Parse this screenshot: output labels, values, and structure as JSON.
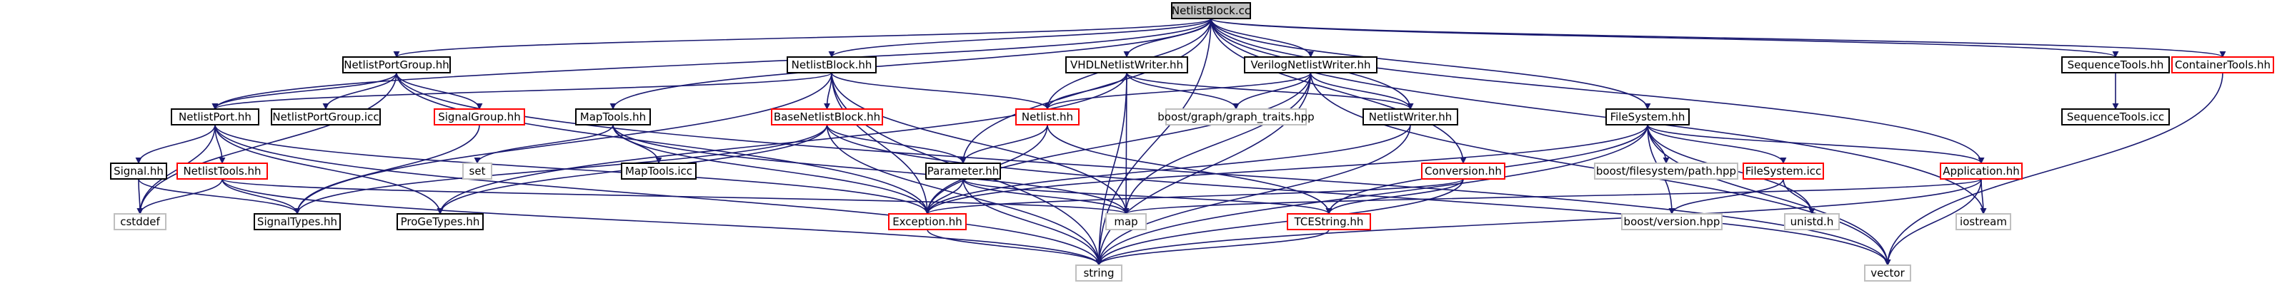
{
  "nodes": [
    {
      "id": "netlistblock_cc",
      "label": "NetlistBlock.cc",
      "kind": "root"
    },
    {
      "id": "netlistportgroup_hh",
      "label": "NetlistPortGroup.hh",
      "kind": "doc"
    },
    {
      "id": "netlistblock_hh",
      "label": "NetlistBlock.hh",
      "kind": "doc"
    },
    {
      "id": "vhdlnetlistwriter_hh",
      "label": "VHDLNetlistWriter.hh",
      "kind": "doc"
    },
    {
      "id": "verilognetlistwriter_hh",
      "label": "VerilogNetlistWriter.hh",
      "kind": "doc"
    },
    {
      "id": "sequencetools_hh",
      "label": "SequenceTools.hh",
      "kind": "doc"
    },
    {
      "id": "containertools_hh",
      "label": "ContainerTools.hh",
      "kind": "red"
    },
    {
      "id": "netlistport_hh",
      "label": "NetlistPort.hh",
      "kind": "doc"
    },
    {
      "id": "netlistportgroup_icc",
      "label": "NetlistPortGroup.icc",
      "kind": "doc"
    },
    {
      "id": "signalgroup_hh",
      "label": "SignalGroup.hh",
      "kind": "red"
    },
    {
      "id": "maptools_hh",
      "label": "MapTools.hh",
      "kind": "doc"
    },
    {
      "id": "basenetlistblock_hh",
      "label": "BaseNetlistBlock.hh",
      "kind": "red"
    },
    {
      "id": "netlist_hh",
      "label": "Netlist.hh",
      "kind": "red"
    },
    {
      "id": "graph_traits_hpp",
      "label": "boost/graph/graph_traits.hpp",
      "kind": "ext"
    },
    {
      "id": "netlistwriter_hh",
      "label": "NetlistWriter.hh",
      "kind": "doc"
    },
    {
      "id": "sequencetools_icc",
      "label": "SequenceTools.icc",
      "kind": "doc"
    },
    {
      "id": "filesystem_hh",
      "label": "FileSystem.hh",
      "kind": "doc"
    },
    {
      "id": "signal_hh",
      "label": "Signal.hh",
      "kind": "doc"
    },
    {
      "id": "netlisttools_hh",
      "label": "NetlistTools.hh",
      "kind": "red"
    },
    {
      "id": "set",
      "label": "set",
      "kind": "ext"
    },
    {
      "id": "maptools_icc",
      "label": "MapTools.icc",
      "kind": "doc"
    },
    {
      "id": "parameter_hh",
      "label": "Parameter.hh",
      "kind": "doc"
    },
    {
      "id": "conversion_hh",
      "label": "Conversion.hh",
      "kind": "red"
    },
    {
      "id": "path_hpp",
      "label": "boost/filesystem/path.hpp",
      "kind": "ext"
    },
    {
      "id": "filesystem_icc",
      "label": "FileSystem.icc",
      "kind": "red"
    },
    {
      "id": "application_hh",
      "label": "Application.hh",
      "kind": "red"
    },
    {
      "id": "cstddef",
      "label": "cstddef",
      "kind": "ext"
    },
    {
      "id": "signaltypes_hh",
      "label": "SignalTypes.hh",
      "kind": "doc"
    },
    {
      "id": "progetypes_hh",
      "label": "ProGeTypes.hh",
      "kind": "doc"
    },
    {
      "id": "exception_hh",
      "label": "Exception.hh",
      "kind": "red"
    },
    {
      "id": "map",
      "label": "map",
      "kind": "ext"
    },
    {
      "id": "tcestring_hh",
      "label": "TCEString.hh",
      "kind": "red"
    },
    {
      "id": "version_hpp",
      "label": "boost/version.hpp",
      "kind": "ext"
    },
    {
      "id": "unistd_h",
      "label": "unistd.h",
      "kind": "ext"
    },
    {
      "id": "iostream",
      "label": "iostream",
      "kind": "ext"
    },
    {
      "id": "string",
      "label": "string",
      "kind": "ext"
    },
    {
      "id": "vector",
      "label": "vector",
      "kind": "ext"
    }
  ],
  "edges": [
    [
      "netlistblock_cc",
      "netlistportgroup_hh"
    ],
    [
      "netlistblock_cc",
      "netlistblock_hh"
    ],
    [
      "netlistblock_cc",
      "vhdlnetlistwriter_hh"
    ],
    [
      "netlistblock_cc",
      "verilognetlistwriter_hh"
    ],
    [
      "netlistblock_cc",
      "sequencetools_hh"
    ],
    [
      "netlistblock_cc",
      "containertools_hh"
    ],
    [
      "netlistblock_cc",
      "netlistport_hh"
    ],
    [
      "netlistblock_cc",
      "maptools_hh"
    ],
    [
      "netlistblock_cc",
      "netlist_hh"
    ],
    [
      "netlistblock_cc",
      "netlistwriter_hh"
    ],
    [
      "netlistblock_cc",
      "filesystem_hh"
    ],
    [
      "netlistblock_cc",
      "parameter_hh"
    ],
    [
      "netlistblock_cc",
      "conversion_hh"
    ],
    [
      "netlistblock_cc",
      "application_hh"
    ],
    [
      "netlistblock_cc",
      "iostream"
    ],
    [
      "netlistblock_cc",
      "string"
    ],
    [
      "netlistportgroup_hh",
      "netlistport_hh"
    ],
    [
      "netlistportgroup_hh",
      "netlistportgroup_icc"
    ],
    [
      "netlistportgroup_hh",
      "signalgroup_hh"
    ],
    [
      "netlistportgroup_hh",
      "cstddef"
    ],
    [
      "netlistportgroup_hh",
      "exception_hh"
    ],
    [
      "netlistportgroup_hh",
      "vector"
    ],
    [
      "netlistblock_hh",
      "netlistport_hh"
    ],
    [
      "netlistblock_hh",
      "basenetlistblock_hh"
    ],
    [
      "netlistblock_hh",
      "netlist_hh"
    ],
    [
      "netlistblock_hh",
      "exception_hh"
    ],
    [
      "netlistblock_hh",
      "string"
    ],
    [
      "netlistblock_hh",
      "map"
    ],
    [
      "netlistblock_hh",
      "signaltypes_hh"
    ],
    [
      "vhdlnetlistwriter_hh",
      "netlist_hh"
    ],
    [
      "vhdlnetlistwriter_hh",
      "graph_traits_hpp"
    ],
    [
      "vhdlnetlistwriter_hh",
      "netlistwriter_hh"
    ],
    [
      "vhdlnetlistwriter_hh",
      "map"
    ],
    [
      "vhdlnetlistwriter_hh",
      "string"
    ],
    [
      "vhdlnetlistwriter_hh",
      "progetypes_hh"
    ],
    [
      "verilognetlistwriter_hh",
      "netlist_hh"
    ],
    [
      "verilognetlistwriter_hh",
      "graph_traits_hpp"
    ],
    [
      "verilognetlistwriter_hh",
      "netlistwriter_hh"
    ],
    [
      "verilognetlistwriter_hh",
      "map"
    ],
    [
      "verilognetlistwriter_hh",
      "string"
    ],
    [
      "verilognetlistwriter_hh",
      "exception_hh"
    ],
    [
      "verilognetlistwriter_hh",
      "vector"
    ],
    [
      "sequencetools_hh",
      "sequencetools_icc"
    ],
    [
      "containertools_hh",
      "vector"
    ],
    [
      "netlistport_hh",
      "signal_hh"
    ],
    [
      "netlistport_hh",
      "netlisttools_hh"
    ],
    [
      "netlistport_hh",
      "progetypes_hh"
    ],
    [
      "netlistport_hh",
      "exception_hh"
    ],
    [
      "netlistport_hh",
      "string"
    ],
    [
      "netlistport_hh",
      "cstddef"
    ],
    [
      "signalgroup_hh",
      "signaltypes_hh"
    ],
    [
      "maptools_hh",
      "set"
    ],
    [
      "maptools_hh",
      "maptools_icc"
    ],
    [
      "maptools_hh",
      "exception_hh"
    ],
    [
      "maptools_hh",
      "map"
    ],
    [
      "basenetlistblock_hh",
      "parameter_hh"
    ],
    [
      "basenetlistblock_hh",
      "signaltypes_hh"
    ],
    [
      "basenetlistblock_hh",
      "progetypes_hh"
    ],
    [
      "basenetlistblock_hh",
      "string"
    ],
    [
      "basenetlistblock_hh",
      "vector"
    ],
    [
      "netlist_hh",
      "parameter_hh"
    ],
    [
      "netlist_hh",
      "exception_hh"
    ],
    [
      "netlist_hh",
      "tcestring_hh"
    ],
    [
      "netlistwriter_hh",
      "exception_hh"
    ],
    [
      "netlistwriter_hh",
      "string"
    ],
    [
      "filesystem_hh",
      "path_hpp"
    ],
    [
      "filesystem_hh",
      "filesystem_icc"
    ],
    [
      "filesystem_hh",
      "version_hpp"
    ],
    [
      "filesystem_hh",
      "application_hh"
    ],
    [
      "filesystem_hh",
      "unistd_h"
    ],
    [
      "filesystem_hh",
      "vector"
    ],
    [
      "filesystem_hh",
      "exception_hh"
    ],
    [
      "filesystem_hh",
      "tcestring_hh"
    ],
    [
      "filesystem_hh",
      "string"
    ],
    [
      "signal_hh",
      "signaltypes_hh"
    ],
    [
      "signal_hh",
      "cstddef"
    ],
    [
      "netlisttools_hh",
      "signaltypes_hh"
    ],
    [
      "netlisttools_hh",
      "cstddef"
    ],
    [
      "netlisttools_hh",
      "map"
    ],
    [
      "netlisttools_hh",
      "string"
    ],
    [
      "parameter_hh",
      "exception_hh"
    ],
    [
      "parameter_hh",
      "map"
    ],
    [
      "parameter_hh",
      "tcestring_hh"
    ],
    [
      "parameter_hh",
      "string"
    ],
    [
      "conversion_hh",
      "exception_hh"
    ],
    [
      "conversion_hh",
      "string"
    ],
    [
      "conversion_hh",
      "tcestring_hh"
    ],
    [
      "filesystem_icc",
      "version_hpp"
    ],
    [
      "filesystem_icc",
      "unistd_h"
    ],
    [
      "application_hh",
      "iostream"
    ],
    [
      "application_hh",
      "map"
    ],
    [
      "application_hh",
      "string"
    ],
    [
      "application_hh",
      "vector"
    ],
    [
      "exception_hh",
      "string"
    ],
    [
      "tcestring_hh",
      "string"
    ]
  ],
  "colors": {
    "edge": "#191970",
    "doc_border": "#000000",
    "red_border": "#ff0000",
    "ext_border": "#bfbfbf",
    "root_fill": "#bfbfbf",
    "fill": "#ffffff"
  }
}
